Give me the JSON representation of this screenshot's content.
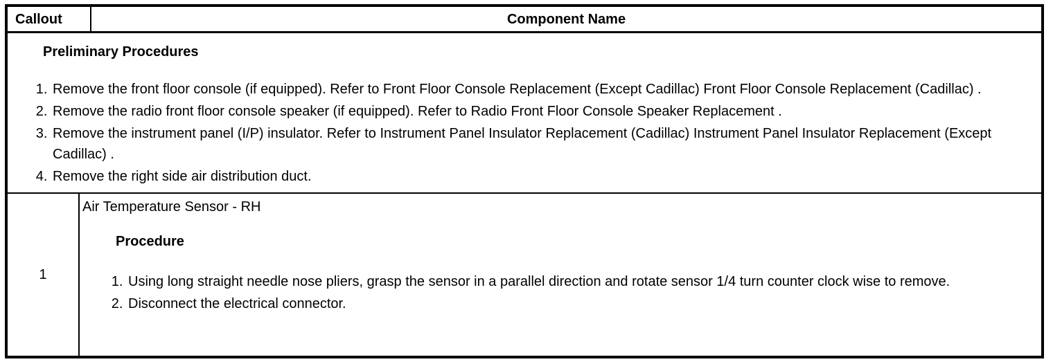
{
  "table": {
    "header": {
      "callout": "Callout",
      "component": "Component Name"
    },
    "preliminary": {
      "title": "Preliminary Procedures",
      "items": [
        "Remove the front floor console (if equipped). Refer to Front Floor Console Replacement (Except Cadillac) Front Floor Console Replacement (Cadillac) .",
        "Remove the radio front floor console speaker (if equipped). Refer to Radio Front Floor Console Speaker Replacement .",
        "Remove the instrument panel (I/P) insulator. Refer to Instrument Panel Insulator Replacement (Cadillac) Instrument Panel Insulator Replacement (Except Cadillac) .",
        "Remove the right side air distribution duct."
      ]
    },
    "rows": [
      {
        "callout": "1",
        "component": "Air Temperature Sensor - RH",
        "procedure_title": "Procedure",
        "steps": [
          "Using long straight needle nose pliers, grasp the sensor in a parallel direction and rotate sensor 1/4 turn counter clock wise to remove.",
          "Disconnect the electrical connector."
        ]
      }
    ]
  },
  "colors": {
    "border": "#000000",
    "background": "#ffffff",
    "text": "#000000"
  }
}
